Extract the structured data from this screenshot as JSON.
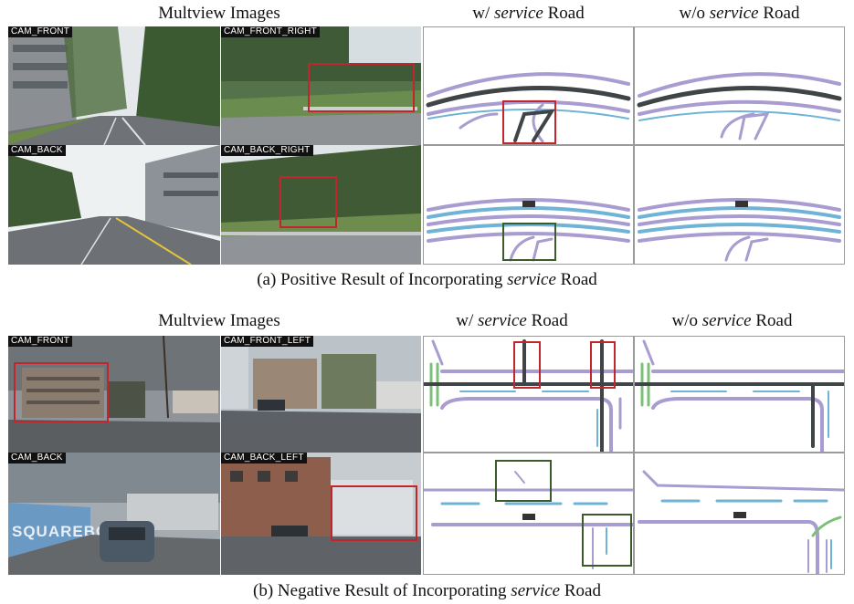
{
  "colors": {
    "gt_road": "#a89cd0",
    "divider": "#6fb3d6",
    "boundary": "#7cc078",
    "service_road": "#3f4447",
    "highlight_positive": "#c0262b",
    "highlight_negative": "#3c5a2c"
  },
  "chart_data": {
    "type": "figure",
    "panels": [
      {
        "caption_pre": "(a) Positive Result of Incorporating ",
        "caption_em": "service",
        "caption_post": " Road",
        "col_header_images": "Multview Images",
        "col_header_with_pre": "w/ ",
        "col_header_with_em": "service",
        "col_header_with_post": " Road",
        "col_header_without_pre": "w/o ",
        "col_header_without_em": "service",
        "col_header_without_post": " Road",
        "cameras": [
          "CAM_FRONT",
          "CAM_FRONT_RIGHT",
          "CAM_BACK",
          "CAM_BACK_RIGHT"
        ]
      },
      {
        "caption_pre": "(b) Negative Result of Incorporating ",
        "caption_em": "service",
        "caption_post": " Road",
        "col_header_images": "Multview Images",
        "col_header_with_pre": "w/ ",
        "col_header_with_em": "service",
        "col_header_with_post": " Road",
        "col_header_without_pre": "w/o ",
        "col_header_without_em": "service",
        "col_header_without_post": " Road",
        "cameras": [
          "CAM_FRONT",
          "CAM_FRONT_LEFT",
          "CAM_BACK",
          "CAM_BACK_LEFT"
        ],
        "street_sign_text": "SQUAREBOSTON"
      }
    ]
  }
}
